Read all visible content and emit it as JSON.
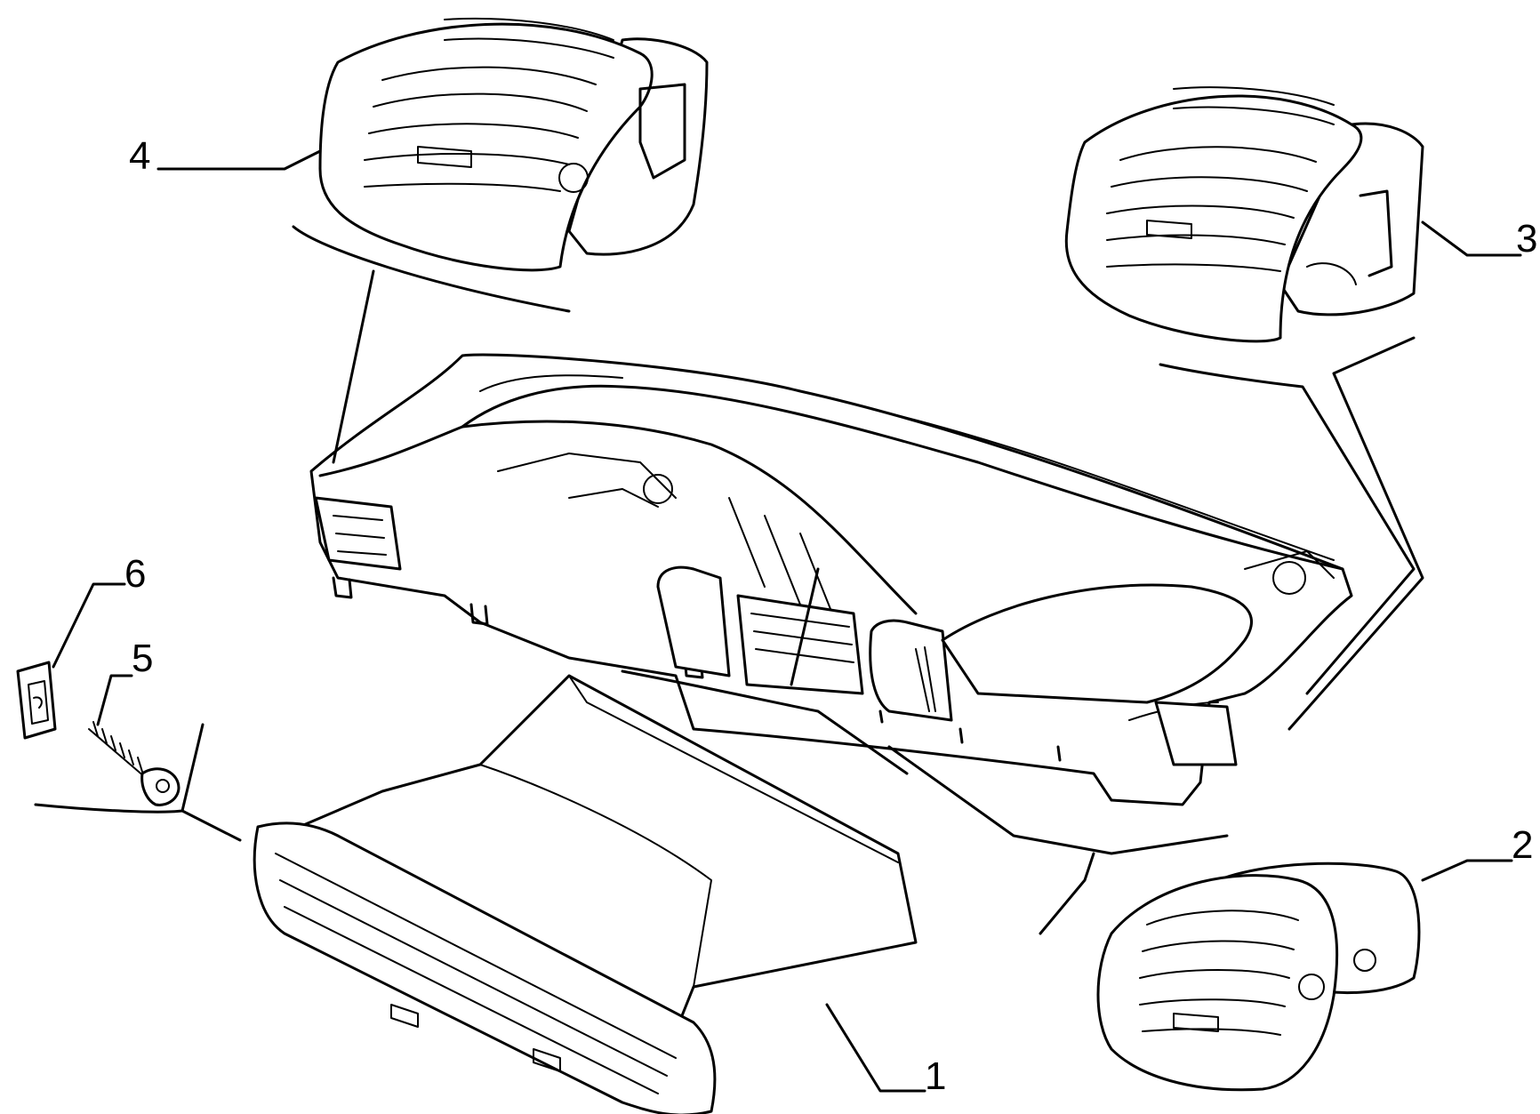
{
  "callouts": [
    {
      "id": "1",
      "text": "1",
      "part": "center-vent-duct"
    },
    {
      "id": "2",
      "text": "2",
      "part": "right-round-vent"
    },
    {
      "id": "3",
      "text": "3",
      "part": "right-side-vent"
    },
    {
      "id": "4",
      "text": "4",
      "part": "left-side-vent"
    },
    {
      "id": "5",
      "text": "5",
      "part": "screw"
    },
    {
      "id": "6",
      "text": "6",
      "part": "clip-nut"
    }
  ],
  "colors": {
    "line": "#000000",
    "background": "#ffffff"
  }
}
